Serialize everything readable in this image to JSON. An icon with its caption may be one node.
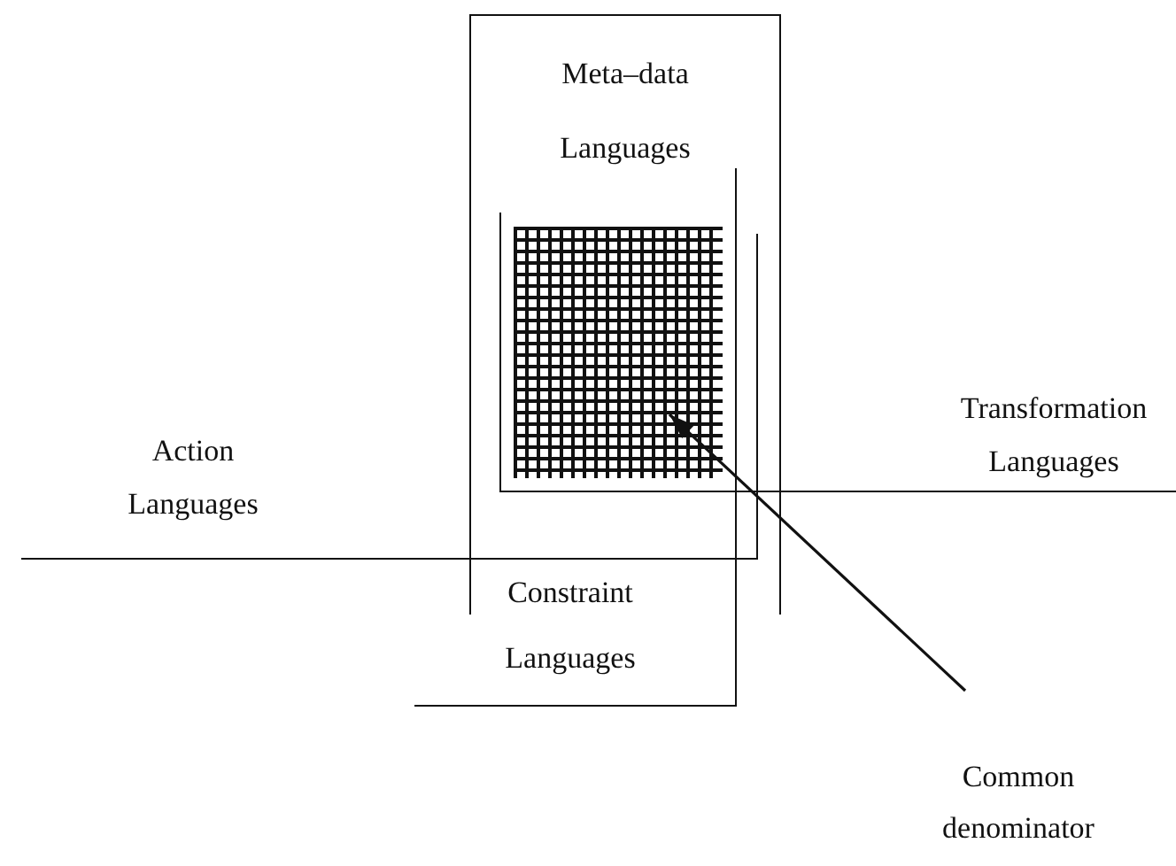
{
  "diagram": {
    "nodes": [
      {
        "text": [
          "Meta–data Languages"
        ]
      },
      {
        "text": [
          "Action Languages"
        ]
      },
      {
        "text": [
          "Transformation Languages"
        ]
      },
      {
        "text": [
          "Constraint Languages"
        ]
      },
      {
        "text": [],
        "shape": "box"
      },
      {
        "text": [
          "Common denominator"
        ]
      }
    ],
    "edges": [
      {
        "from": 5,
        "to": 4,
        "arrow": "to"
      }
    ]
  }
}
